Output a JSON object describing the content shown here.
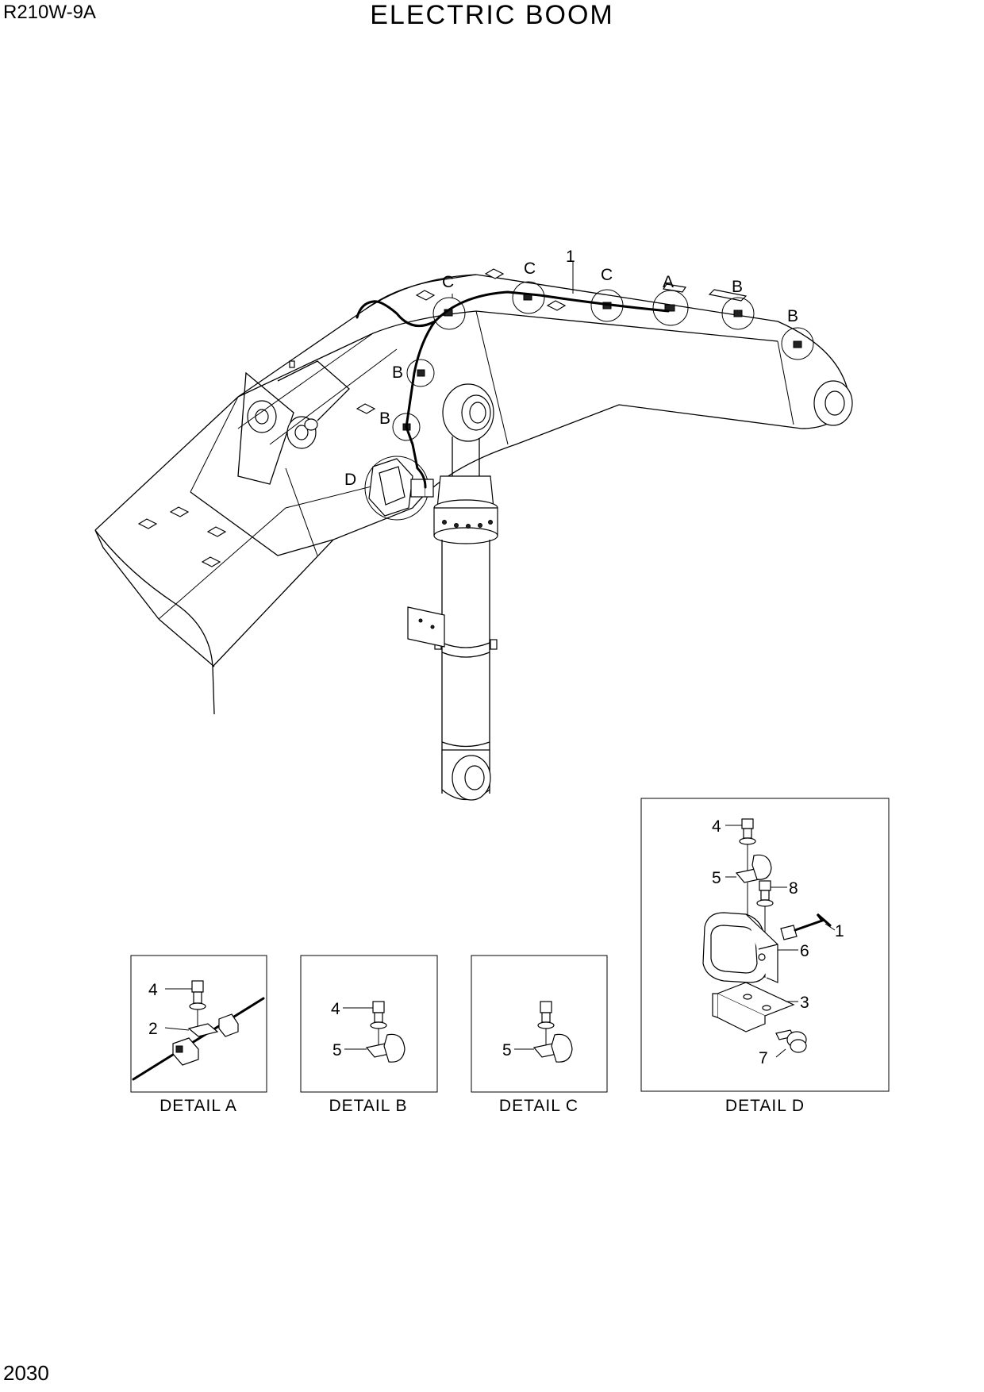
{
  "header": {
    "model_code": "R210W-9A",
    "title": "ELECTRIC BOOM"
  },
  "footer": {
    "page_number": "2030"
  },
  "main_view": {
    "callouts": {
      "wire": "1",
      "c1": "C",
      "c2": "C",
      "c3": "C",
      "a": "A",
      "b1": "B",
      "b2": "B",
      "b3": "B",
      "b4": "B",
      "d": "D"
    }
  },
  "details": {
    "a": {
      "caption": "DETAIL  A",
      "labels": {
        "bolt": "4",
        "clip": "2"
      }
    },
    "b": {
      "caption": "DETAIL  B",
      "labels": {
        "bolt": "4",
        "clamp": "5"
      }
    },
    "c": {
      "caption": "DETAIL  C",
      "labels": {
        "clamp": "5"
      }
    },
    "d": {
      "caption": "DETAIL  D",
      "labels": {
        "bolt_top": "4",
        "clamp": "5",
        "bolt_lamp": "8",
        "wire": "1",
        "lamp": "6",
        "bracket": "3",
        "bolt_bottom": "7"
      }
    }
  }
}
